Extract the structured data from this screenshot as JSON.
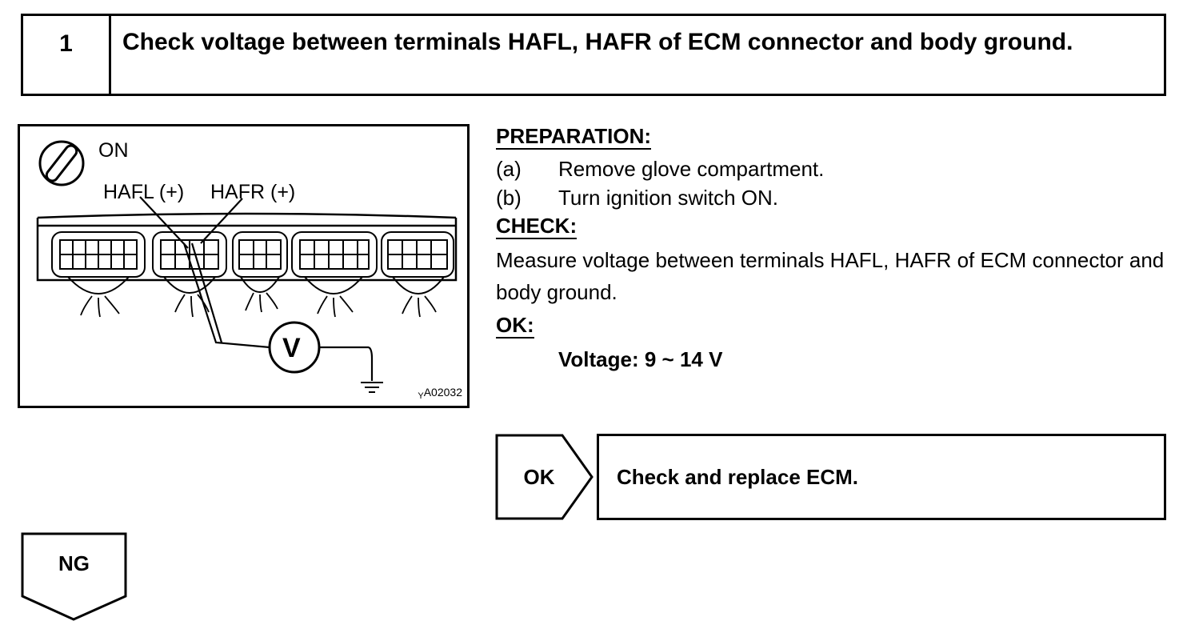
{
  "step": {
    "number": "1",
    "title": "Check voltage between terminals HAFL, HAFR of ECM connector and body ground."
  },
  "figure": {
    "ignition_label": "ON",
    "terminal_left": "HAFL (+)",
    "terminal_right": "HAFR (+)",
    "meter_symbol": "V",
    "code_prefix": "Y",
    "code": "A02032",
    "icon": "ignition-switch-icon"
  },
  "instructions": {
    "preparation_heading": "PREPARATION:",
    "preparation_steps": [
      {
        "letter": "(a)",
        "text": "Remove glove compartment."
      },
      {
        "letter": "(b)",
        "text": "Turn ignition switch ON."
      }
    ],
    "check_heading": "CHECK:",
    "check_text": "Measure voltage between terminals HAFL, HAFR of ECM connector and body ground.",
    "ok_heading": "OK:",
    "ok_spec": "Voltage: 9 ~ 14 V"
  },
  "results": {
    "ok_label": "OK",
    "ok_action": "Check and replace ECM.",
    "ng_label": "NG"
  }
}
